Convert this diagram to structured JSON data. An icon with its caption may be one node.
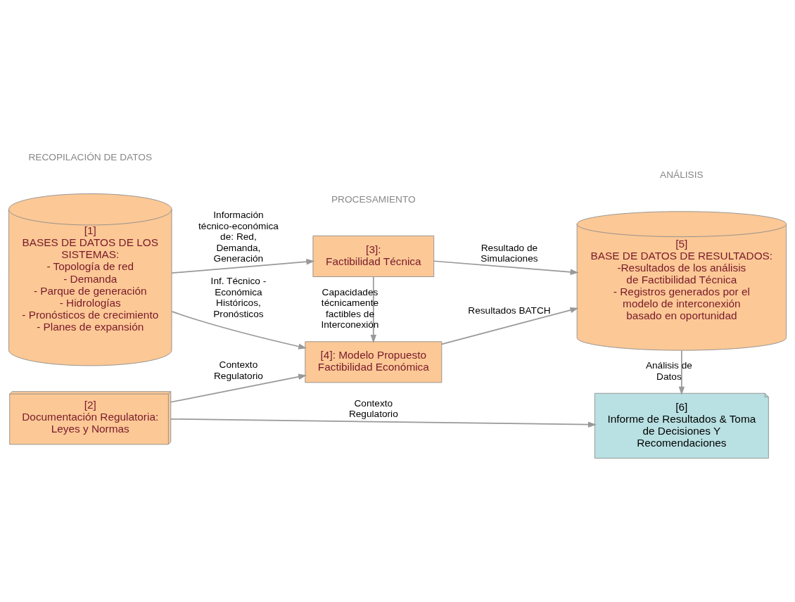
{
  "diagram": {
    "nodes": [
      {
        "text": [
          "[1]",
          "BASES DE DATOS DE LOS SISTEMAS:",
          "- Topología de red",
          "- Demanda",
          "- Parque de generación",
          "- Hidrologías",
          "- Pronósticos de crecimiento",
          "- Planes de expansión"
        ]
      },
      {
        "text": [
          "[2]",
          "Documentación Regulatoria: Leyes y Normas"
        ]
      },
      {
        "text": [
          "[3]:",
          "Factibilidad Técnica"
        ]
      },
      {
        "text": [
          "[4]: Modelo Propuesto",
          "Factibilidad Económica"
        ]
      },
      {
        "text": [
          "[5]",
          "BASE DE DATOS DE RESULTADOS:",
          "-Resultados de los análisis de Factibilidad Técnica",
          "- Registros generados por el modelo de interconexión basado en oportunidad"
        ]
      },
      {
        "text": [
          "[6]",
          "Informe de Resultados & Toma de Decisiones Y Recomendaciones"
        ]
      }
    ],
    "edges": [
      {
        "from": 0,
        "to": 2,
        "arrow": "to",
        "label": "Información técnico-económica de: Red, Demanda, Generación"
      },
      {
        "from": 0,
        "to": 3,
        "arrow": "to",
        "label": "Inf. Técnico - Económica Históricos, Pronósticos"
      },
      {
        "from": 1,
        "to": 3,
        "arrow": "to",
        "label": "Contexto Regulatorio"
      },
      {
        "from": 1,
        "to": 5,
        "arrow": "to",
        "label": "Contexto Regulatorio"
      },
      {
        "from": 2,
        "to": 3,
        "arrow": "to",
        "label": "Capacidades técnicamente factibles de Interconexión"
      },
      {
        "from": 2,
        "to": 4,
        "arrow": "to",
        "label": "Resultado de Simulaciones"
      },
      {
        "from": 3,
        "to": 4,
        "arrow": "to",
        "label": "Resultados BATCH"
      },
      {
        "from": 4,
        "to": 5,
        "arrow": "to",
        "label": "Análisis de Datos"
      }
    ],
    "labels": [
      "RECOPILACIÓN DE DATOS",
      "PROCESAMIENTO",
      "ANÁLISIS"
    ]
  }
}
